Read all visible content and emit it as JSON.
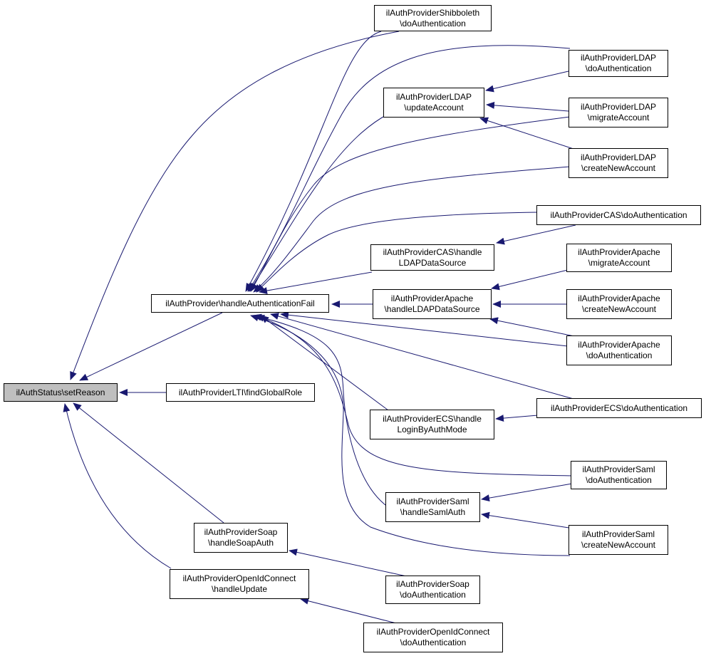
{
  "diagram": {
    "edge_color": "#191970",
    "focus_fill": "#bfbfbf",
    "nodes": [
      {
        "id": "setReason",
        "lines": [
          "ilAuthStatus\\setReason"
        ],
        "focus": true
      },
      {
        "id": "handleAuthFail",
        "lines": [
          "ilAuthProvider\\handleAuthenticationFail"
        ]
      },
      {
        "id": "ltiFindGlobalRole",
        "lines": [
          "ilAuthProviderLTI\\findGlobalRole"
        ]
      },
      {
        "id": "soapHandleSoapAuth",
        "lines": [
          "ilAuthProviderSoap",
          "\\handleSoapAuth"
        ]
      },
      {
        "id": "oidcHandleUpdate",
        "lines": [
          "ilAuthProviderOpenIdConnect",
          "\\handleUpdate"
        ]
      },
      {
        "id": "shibDoAuth",
        "lines": [
          "ilAuthProviderShibboleth",
          "\\doAuthentication"
        ]
      },
      {
        "id": "ldapUpdateAccount",
        "lines": [
          "ilAuthProviderLDAP",
          "\\updateAccount"
        ]
      },
      {
        "id": "casHandleLdap",
        "lines": [
          "ilAuthProviderCAS\\handle",
          "LDAPDataSource"
        ]
      },
      {
        "id": "apacheHandleLdap",
        "lines": [
          "ilAuthProviderApache",
          "\\handleLDAPDataSource"
        ]
      },
      {
        "id": "ecsHandleLogin",
        "lines": [
          "ilAuthProviderECS\\handle",
          "LoginByAuthMode"
        ]
      },
      {
        "id": "samlHandleAuth",
        "lines": [
          "ilAuthProviderSaml",
          "\\handleSamlAuth"
        ]
      },
      {
        "id": "soapDoAuth",
        "lines": [
          "ilAuthProviderSoap",
          "\\doAuthentication"
        ]
      },
      {
        "id": "oidcDoAuth",
        "lines": [
          "ilAuthProviderOpenIdConnect",
          "\\doAuthentication"
        ]
      },
      {
        "id": "ldapDoAuth",
        "lines": [
          "ilAuthProviderLDAP",
          "\\doAuthentication"
        ]
      },
      {
        "id": "ldapMigrate",
        "lines": [
          "ilAuthProviderLDAP",
          "\\migrateAccount"
        ]
      },
      {
        "id": "ldapCreate",
        "lines": [
          "ilAuthProviderLDAP",
          "\\createNewAccount"
        ]
      },
      {
        "id": "casDoAuth",
        "lines": [
          "ilAuthProviderCAS\\doAuthentication"
        ]
      },
      {
        "id": "apacheMigrate",
        "lines": [
          "ilAuthProviderApache",
          "\\migrateAccount"
        ]
      },
      {
        "id": "apacheCreate",
        "lines": [
          "ilAuthProviderApache",
          "\\createNewAccount"
        ]
      },
      {
        "id": "apacheDoAuth",
        "lines": [
          "ilAuthProviderApache",
          "\\doAuthentication"
        ]
      },
      {
        "id": "ecsDoAuth",
        "lines": [
          "ilAuthProviderECS\\doAuthentication"
        ]
      },
      {
        "id": "samlDoAuth",
        "lines": [
          "ilAuthProviderSaml",
          "\\doAuthentication"
        ]
      },
      {
        "id": "samlCreate",
        "lines": [
          "ilAuthProviderSaml",
          "\\createNewAccount"
        ]
      }
    ],
    "edges": [
      {
        "from": "handleAuthFail",
        "to": "setReason"
      },
      {
        "from": "ltiFindGlobalRole",
        "to": "setReason"
      },
      {
        "from": "soapHandleSoapAuth",
        "to": "setReason"
      },
      {
        "from": "oidcHandleUpdate",
        "to": "setReason"
      },
      {
        "from": "shibDoAuth",
        "to": "setReason"
      },
      {
        "from": "shibDoAuth",
        "to": "handleAuthFail"
      },
      {
        "from": "ldapDoAuth",
        "to": "handleAuthFail"
      },
      {
        "from": "ldapUpdateAccount",
        "to": "handleAuthFail"
      },
      {
        "from": "ldapMigrate",
        "to": "handleAuthFail"
      },
      {
        "from": "ldapCreate",
        "to": "handleAuthFail"
      },
      {
        "from": "casDoAuth",
        "to": "handleAuthFail"
      },
      {
        "from": "casHandleLdap",
        "to": "handleAuthFail"
      },
      {
        "from": "apacheHandleLdap",
        "to": "handleAuthFail"
      },
      {
        "from": "apacheDoAuth",
        "to": "handleAuthFail"
      },
      {
        "from": "ecsDoAuth",
        "to": "handleAuthFail"
      },
      {
        "from": "ecsHandleLogin",
        "to": "handleAuthFail"
      },
      {
        "from": "samlDoAuth",
        "to": "handleAuthFail"
      },
      {
        "from": "samlHandleAuth",
        "to": "handleAuthFail"
      },
      {
        "from": "samlCreate",
        "to": "handleAuthFail"
      },
      {
        "from": "ldapDoAuth",
        "to": "ldapUpdateAccount"
      },
      {
        "from": "ldapMigrate",
        "to": "ldapUpdateAccount"
      },
      {
        "from": "ldapCreate",
        "to": "ldapUpdateAccount"
      },
      {
        "from": "casDoAuth",
        "to": "casHandleLdap"
      },
      {
        "from": "apacheMigrate",
        "to": "apacheHandleLdap"
      },
      {
        "from": "apacheCreate",
        "to": "apacheHandleLdap"
      },
      {
        "from": "apacheDoAuth",
        "to": "apacheHandleLdap"
      },
      {
        "from": "ecsDoAuth",
        "to": "ecsHandleLogin"
      },
      {
        "from": "samlDoAuth",
        "to": "samlHandleAuth"
      },
      {
        "from": "samlCreate",
        "to": "samlHandleAuth"
      },
      {
        "from": "soapDoAuth",
        "to": "soapHandleSoapAuth"
      },
      {
        "from": "oidcDoAuth",
        "to": "oidcHandleUpdate"
      }
    ]
  }
}
